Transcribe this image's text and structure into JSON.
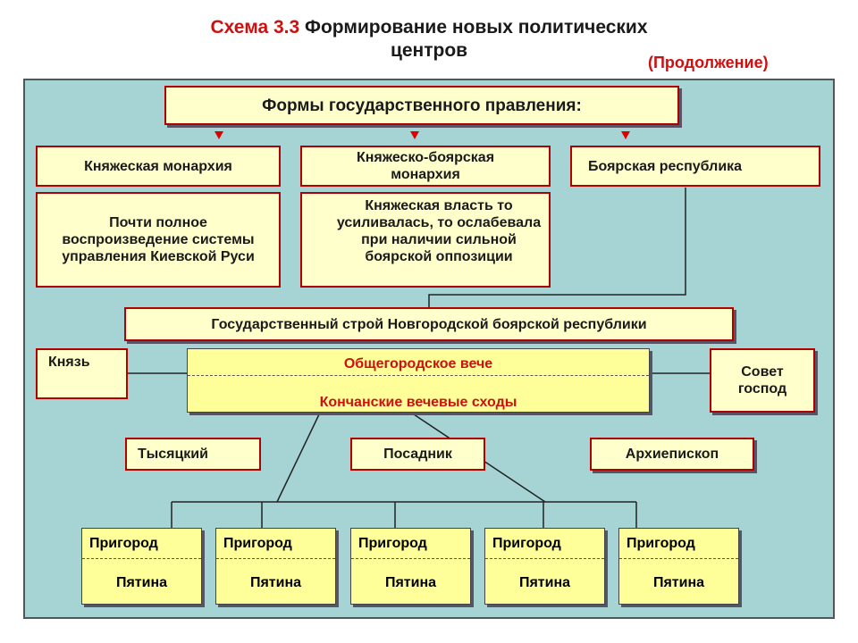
{
  "header": {
    "scheme_number": "Схема 3.3",
    "title_line1": "Формирование новых политических",
    "title_line2": "центров",
    "continued": "(Продолжение)"
  },
  "forms": {
    "title": "Формы государственного правления:",
    "types": [
      {
        "label": "Княжеская монархия",
        "description": "Почти полное воспроизведение системы управления Киевской Руси"
      },
      {
        "label": "Княжеско-боярская монархия",
        "description": "Княжеская власть то усиливалась, то ослабевала при наличии сильной боярской оппозиции"
      },
      {
        "label": "Боярская республика"
      }
    ]
  },
  "novgorod": {
    "title": "Государственный строй Новгородской боярской республики",
    "prince": "Князь",
    "veche": "Общегородское вече",
    "konchan": "Кончанские вечевые сходы",
    "council": "Совет господ",
    "officials": [
      "Тысяцкий",
      "Посадник",
      "Архиепископ"
    ],
    "towns": [
      {
        "top": "Пригород",
        "bottom": "Пятина"
      },
      {
        "top": "Пригород",
        "bottom": "Пятина"
      },
      {
        "top": "Пригород",
        "bottom": "Пятина"
      },
      {
        "top": "Пригород",
        "bottom": "Пятина"
      },
      {
        "top": "Пригород",
        "bottom": "Пятина"
      }
    ]
  },
  "colors": {
    "panel": "#a6d3d4",
    "box_fill": "#ffffcc",
    "box_border": "#b00000",
    "accent_red": "#cc1111"
  }
}
